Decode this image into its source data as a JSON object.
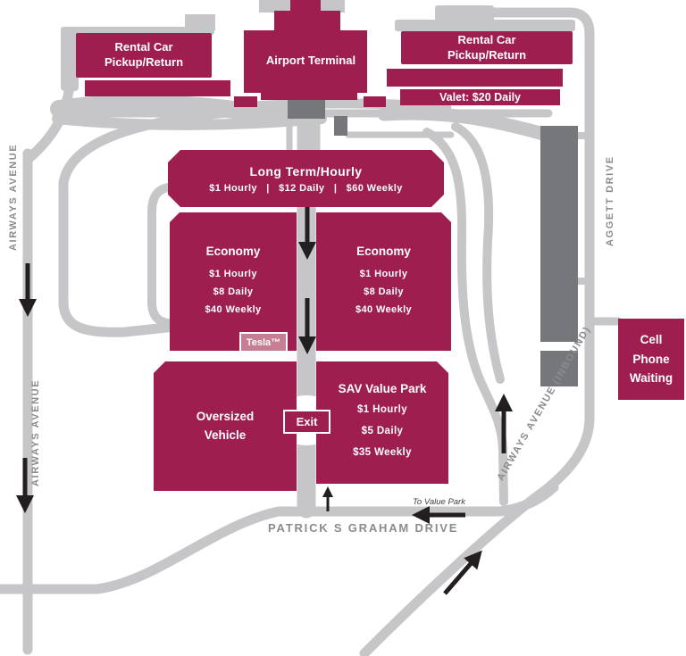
{
  "areas": {
    "rental_left": {
      "label": "Rental Car\nPickup/Return"
    },
    "airport_terminal": {
      "label": "Airport Terminal"
    },
    "rental_right": {
      "label": "Rental Car\nPickup/Return"
    },
    "valet": {
      "label": "Valet: $20 Daily"
    },
    "long_term": {
      "title": "Long Term/Hourly",
      "rates": "$1 Hourly   |   $12 Daily   |   $60 Weekly"
    },
    "economy_left": {
      "title": "Economy",
      "rates": "$1 Hourly\n$8 Daily\n$40 Weekly"
    },
    "economy_right": {
      "title": "Economy",
      "rates": "$1 Hourly\n$8 Daily\n$40 Weekly"
    },
    "tesla": {
      "label": "Tesla™"
    },
    "oversized": {
      "label": "Oversized\nVehicle"
    },
    "sav": {
      "title": "SAV Value Park",
      "rates": "$1 Hourly\n$5 Daily\n$35 Weekly"
    },
    "exit": {
      "label": "Exit"
    },
    "cell_phone": {
      "label": "Cell\nPhone\nWaiting"
    }
  },
  "roads": {
    "airways_avenue_upper": "AIRWAYS AVENUE",
    "airways_avenue_lower": "AIRWAYS AVENUE",
    "aggett_drive": "AGGETT DRIVE",
    "airways_inbound": "AIRWAYS AVENUE\n(INBOUND)",
    "patrick_graham": "PATRICK S GRAHAM DRIVE",
    "to_value_park": "To Value Park"
  },
  "colors": {
    "lot_maroon": "#9E1E4F",
    "tesla_pink": "#C57E93",
    "road_gray": "#C6C6C8",
    "building_gray": "#76777B",
    "label_gray": "#8A8B8E",
    "arrow_black": "#231F20"
  }
}
